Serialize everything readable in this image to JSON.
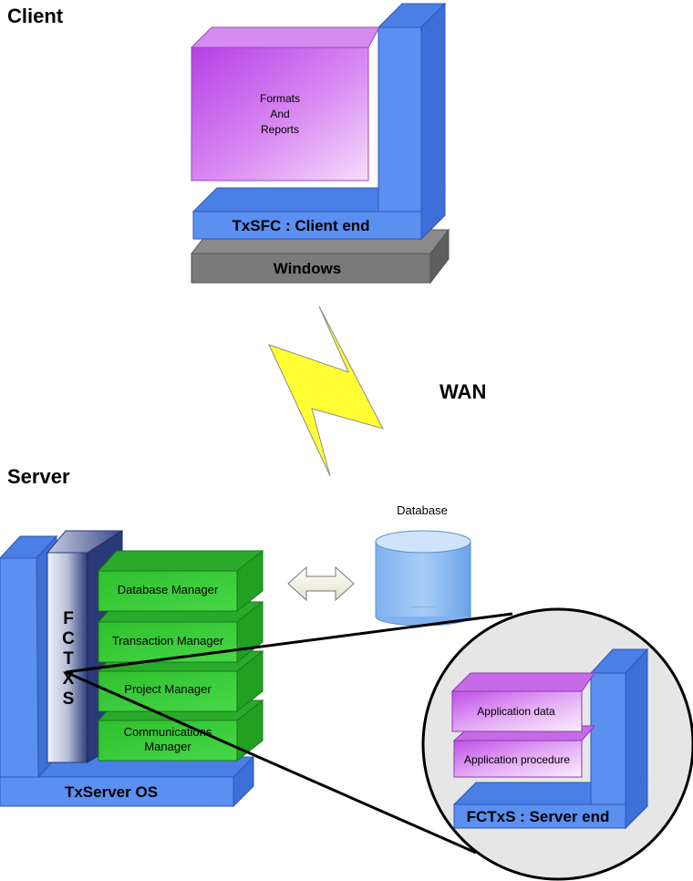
{
  "client": {
    "heading": "Client",
    "formats_lines": [
      "Formats",
      "And",
      "Reports"
    ],
    "client_end_label": "TxSFC : Client end",
    "os_label": "Windows"
  },
  "network": {
    "label": "WAN"
  },
  "server": {
    "heading": "Server",
    "database_label": "Database",
    "fctxs_letters": [
      "F",
      "C",
      "T",
      "X",
      "S"
    ],
    "managers": {
      "database": "Database Manager",
      "transaction": "Transaction Manager",
      "project": "Project Manager",
      "communications_line1": "Communications",
      "communications_line2": "Manager"
    },
    "os_label": "TxServer OS"
  },
  "zoom": {
    "app_data": "Application data",
    "app_procedure": "Application procedure",
    "server_end_label": "FCTxS : Server end"
  },
  "colors": {
    "blue_front": "#5b8ff0",
    "blue_top": "#4a7fe6",
    "blue_side": "#3d6fd6",
    "purple": "#cc66ee",
    "green": "#33cc33",
    "grey": "#7a7a7a",
    "lightning": "#ffff33",
    "zoom_circle": "#e6e6e6"
  }
}
